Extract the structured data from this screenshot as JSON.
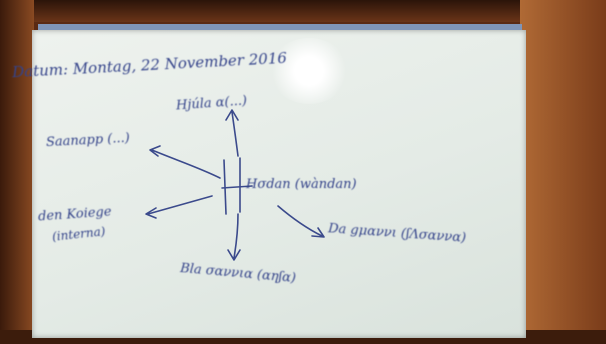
{
  "whiteboard": {
    "date": "Datum: Montag, 22 November 2016",
    "center_word": "Hσdan (wàndan)",
    "branch_top": "Hjúla α(...)",
    "branch_left_upper": "Saanapp (...)",
    "branch_left_lower": "den Koiege",
    "branch_left_lower_sub": "(interna)",
    "branch_right": "Da gμαννι (ʃΛσαννα)",
    "branch_bottom": "Bla σαννια (αηʃα)"
  }
}
